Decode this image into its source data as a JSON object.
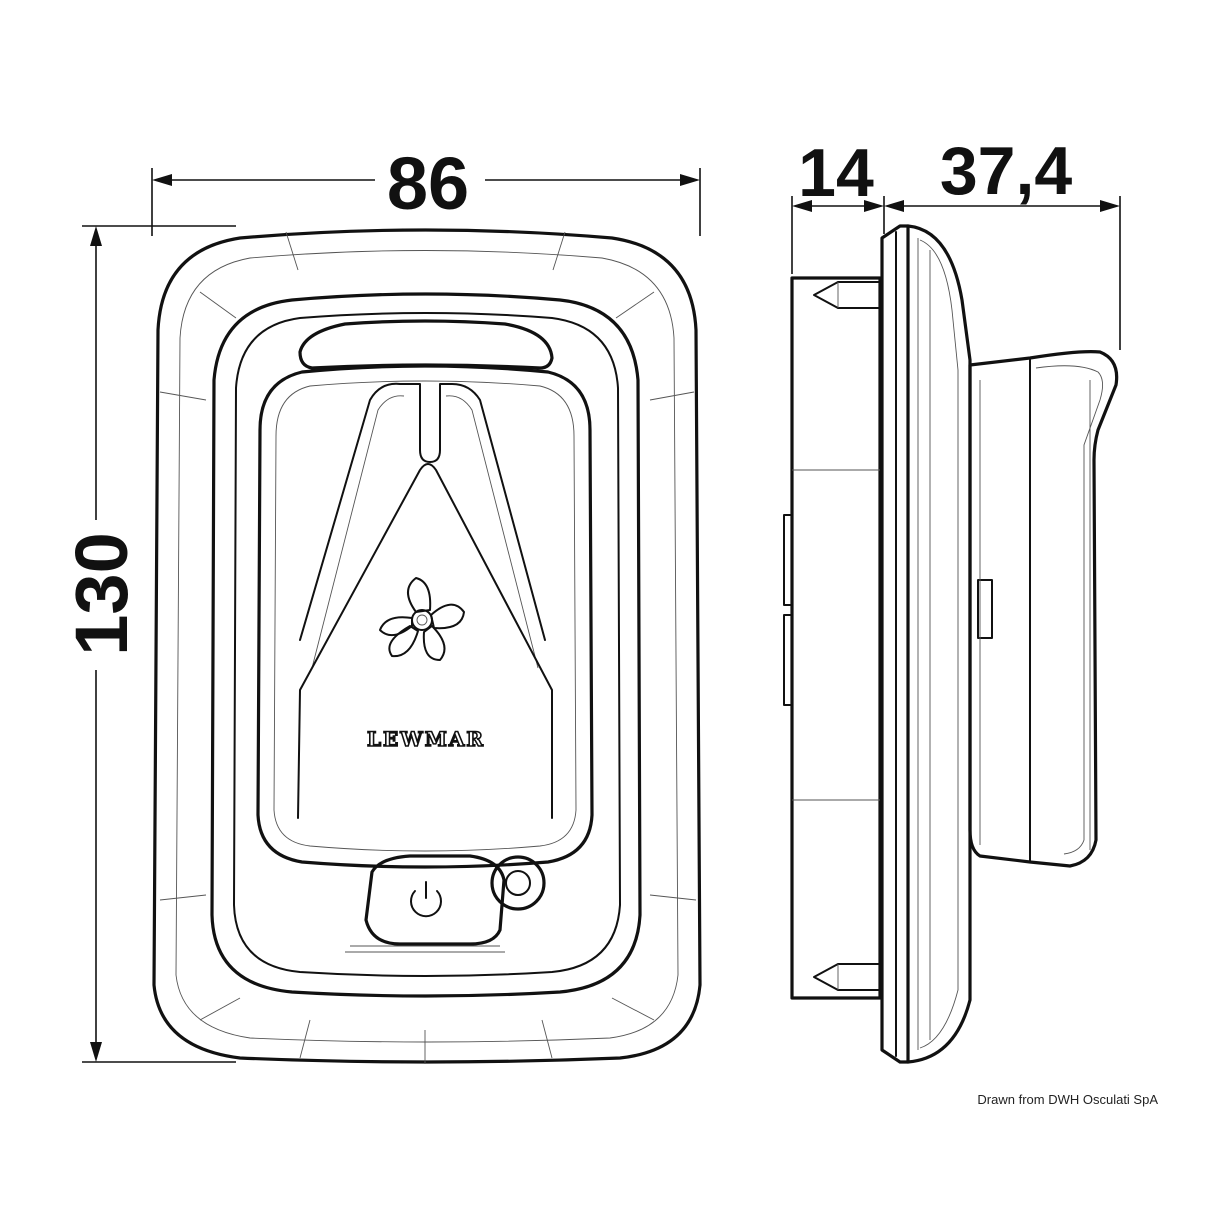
{
  "dimensions": {
    "width": "86",
    "height": "130",
    "flange_depth": "14",
    "body_depth": "37,4"
  },
  "front_view": {
    "logo_text": "LEWMAR",
    "fan_icon": "fan-icon",
    "power_icon": "power-icon",
    "indicator_icon": "led-ring-icon"
  },
  "credit": "Drawn from DWH Osculati SpA",
  "colors": {
    "line": "#111111",
    "background": "#ffffff"
  }
}
